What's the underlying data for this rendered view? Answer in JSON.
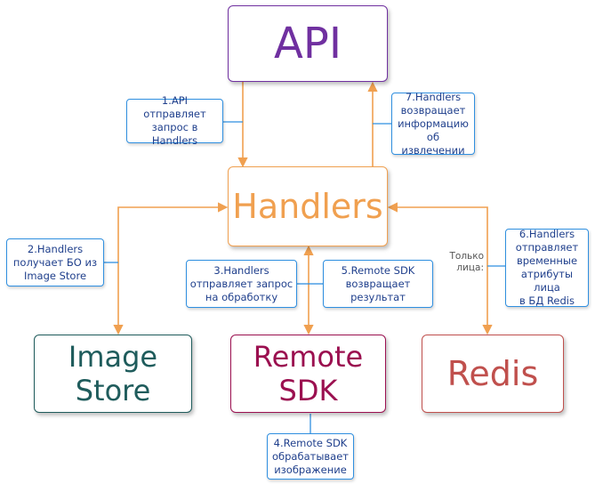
{
  "nodes": {
    "api": "API",
    "handlers": "Handlers",
    "image_store_line1": "Image",
    "image_store_line2": "Store",
    "remote_sdk_line1": "Remote",
    "remote_sdk_line2": "SDK",
    "redis": "Redis"
  },
  "notes": {
    "n1_line1": "1.API отправляет",
    "n1_line2": "запрос в Handlers",
    "n2_line1": "2.Handlers",
    "n2_line2": "получает БО из",
    "n2_line3": "Image Store",
    "n3_line1": "3.Handlers",
    "n3_line2": "отправляет запрос",
    "n3_line3": "на обработку",
    "n4_line1": "4.Remote SDK",
    "n4_line2": "обрабатывает",
    "n4_line3": "изображение",
    "n5_line1": "5.Remote SDK",
    "n5_line2": "возвращает",
    "n5_line3": "результат",
    "n6_line1": "6.Handlers",
    "n6_line2": "отправляет",
    "n6_line3": "временные",
    "n6_line4": "атрибуты лица",
    "n6_line5": "в БД Redis",
    "n7_line1": "7.Handlers",
    "n7_line2": "возвращает",
    "n7_line3": "информацию",
    "n7_line4": "об извлечении"
  },
  "edge_labels": {
    "redis_line1": "Только",
    "redis_line2": "лица:"
  },
  "colors": {
    "api": "#7030a0",
    "handlers": "#f0a050",
    "image_store": "#1f5c5c",
    "remote_sdk": "#9b1050",
    "redis": "#c0504d",
    "arrow": "#f0a050",
    "note_line": "#2f8fe0"
  }
}
